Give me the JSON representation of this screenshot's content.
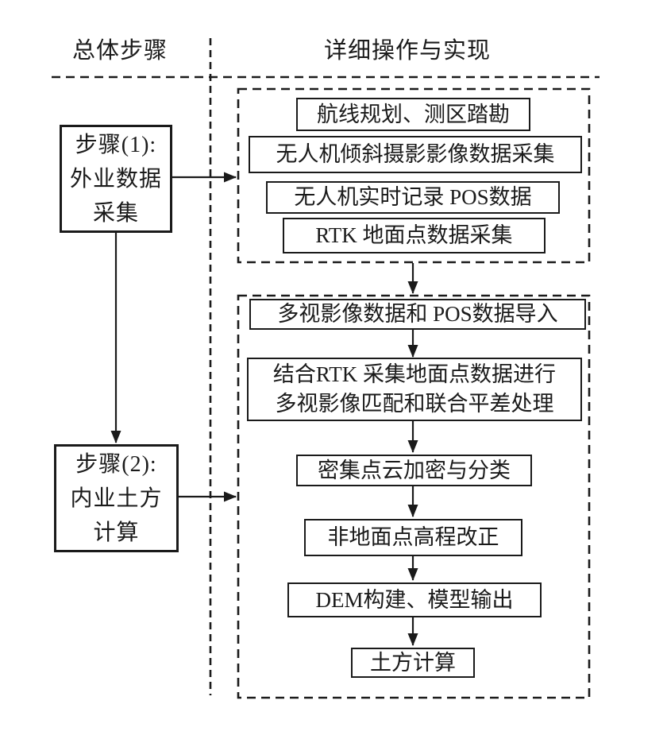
{
  "colors": {
    "ink": "#1a1a1a",
    "background": "#ffffff"
  },
  "headers": {
    "left": "总体步骤",
    "right": "详细操作与实现"
  },
  "steps": [
    {
      "label": "步骤(1):\n外业数据\n采集"
    },
    {
      "label": "步骤(2):\n内业土方\n计算"
    }
  ],
  "group1": {
    "boxes": [
      "航线规划、测区踏勘",
      "无人机倾斜摄影影像数据采集",
      "无人机实时记录 POS数据",
      "RTK 地面点数据采集"
    ]
  },
  "group2": {
    "boxes": [
      "多视影像数据和 POS数据导入",
      "结合RTK 采集地面点数据进行\n多视影像匹配和联合平差处理",
      "密集点云加密与分类",
      "非地面点高程改正",
      "DEM构建、模型输出",
      "土方计算"
    ]
  }
}
